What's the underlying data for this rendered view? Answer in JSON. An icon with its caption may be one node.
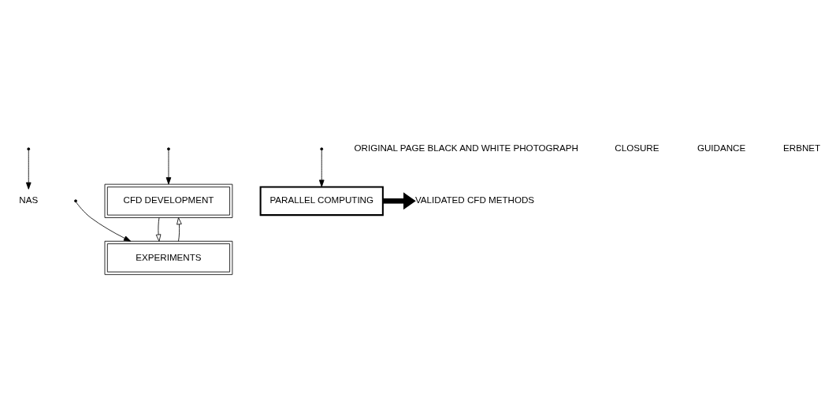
{
  "diagram": {
    "nodes": [
      {
        "text": [
          "NAS"
        ]
      },
      {
        "text": [
          "CFD DEVELOPMENT"
        ]
      },
      {
        "text": [
          "PARALLEL COMPUTING"
        ]
      },
      {
        "text": [
          "EXPERIMENTS"
        ]
      },
      {
        "text": [
          "VALIDATED CFD METHODS"
        ]
      }
    ],
    "edges": [
      {
        "from": null,
        "to": 0,
        "arrow": "to"
      },
      {
        "from": null,
        "to": 1,
        "arrow": "to"
      },
      {
        "from": null,
        "to": 2,
        "arrow": "to"
      },
      {
        "from": null,
        "to": 3,
        "arrow": "to"
      },
      {
        "from": 1,
        "to": 3,
        "arrow": "to"
      },
      {
        "from": 3,
        "to": 1,
        "arrow": "to"
      },
      {
        "from": 2,
        "to": 4,
        "arrow": "to",
        "style": "thick"
      }
    ],
    "labels": [
      "ORIGINAL PAGE BLACK AND WHITE PHOTOGRAPH",
      "CLOSURE",
      "GUIDANCE",
      "ERBNET"
    ]
  }
}
